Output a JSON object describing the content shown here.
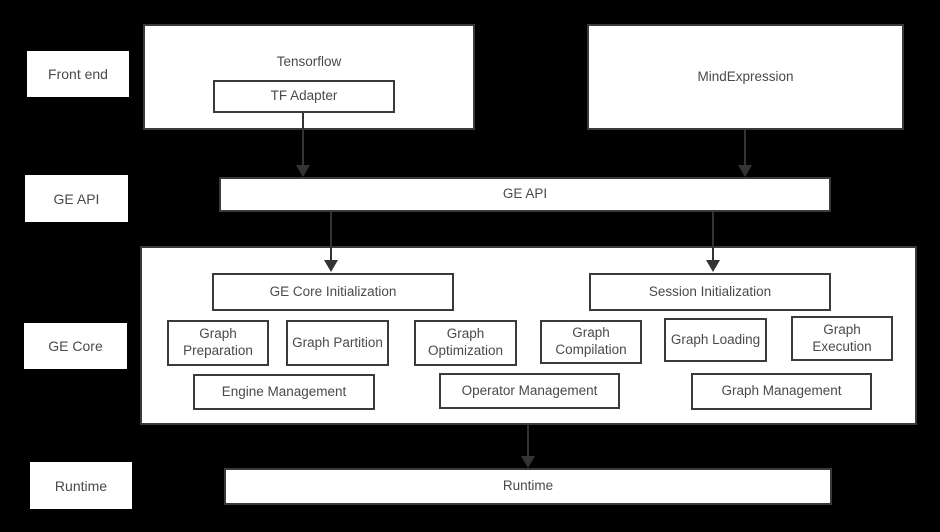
{
  "colors": {
    "background": "#000000",
    "box_fill": "#ffffff",
    "box_border": "#3a3a3a",
    "text": "#4a4a4a",
    "arrow": "#333333"
  },
  "side_labels": [
    {
      "label": "Front end"
    },
    {
      "label": "GE API"
    },
    {
      "label": "GE Core"
    },
    {
      "label": "Runtime"
    }
  ],
  "front_end": {
    "tensorflow_label": "Tensorflow",
    "tf_adapter_label": "TF Adapter",
    "mindexpression_label": "MindExpression"
  },
  "ge_api": {
    "label": "GE API"
  },
  "ge_core": {
    "core_init_label": "GE Core Initialization",
    "session_init_label": "Session Initialization",
    "function_boxes": [
      "Graph Preparation",
      "Graph Partition",
      "Graph Optimization",
      "Graph Compilation",
      "Graph Loading",
      "Graph Execution"
    ],
    "management_boxes": [
      "Engine Management",
      "Operator Management",
      "Graph Management"
    ]
  },
  "runtime": {
    "label": "Runtime"
  }
}
